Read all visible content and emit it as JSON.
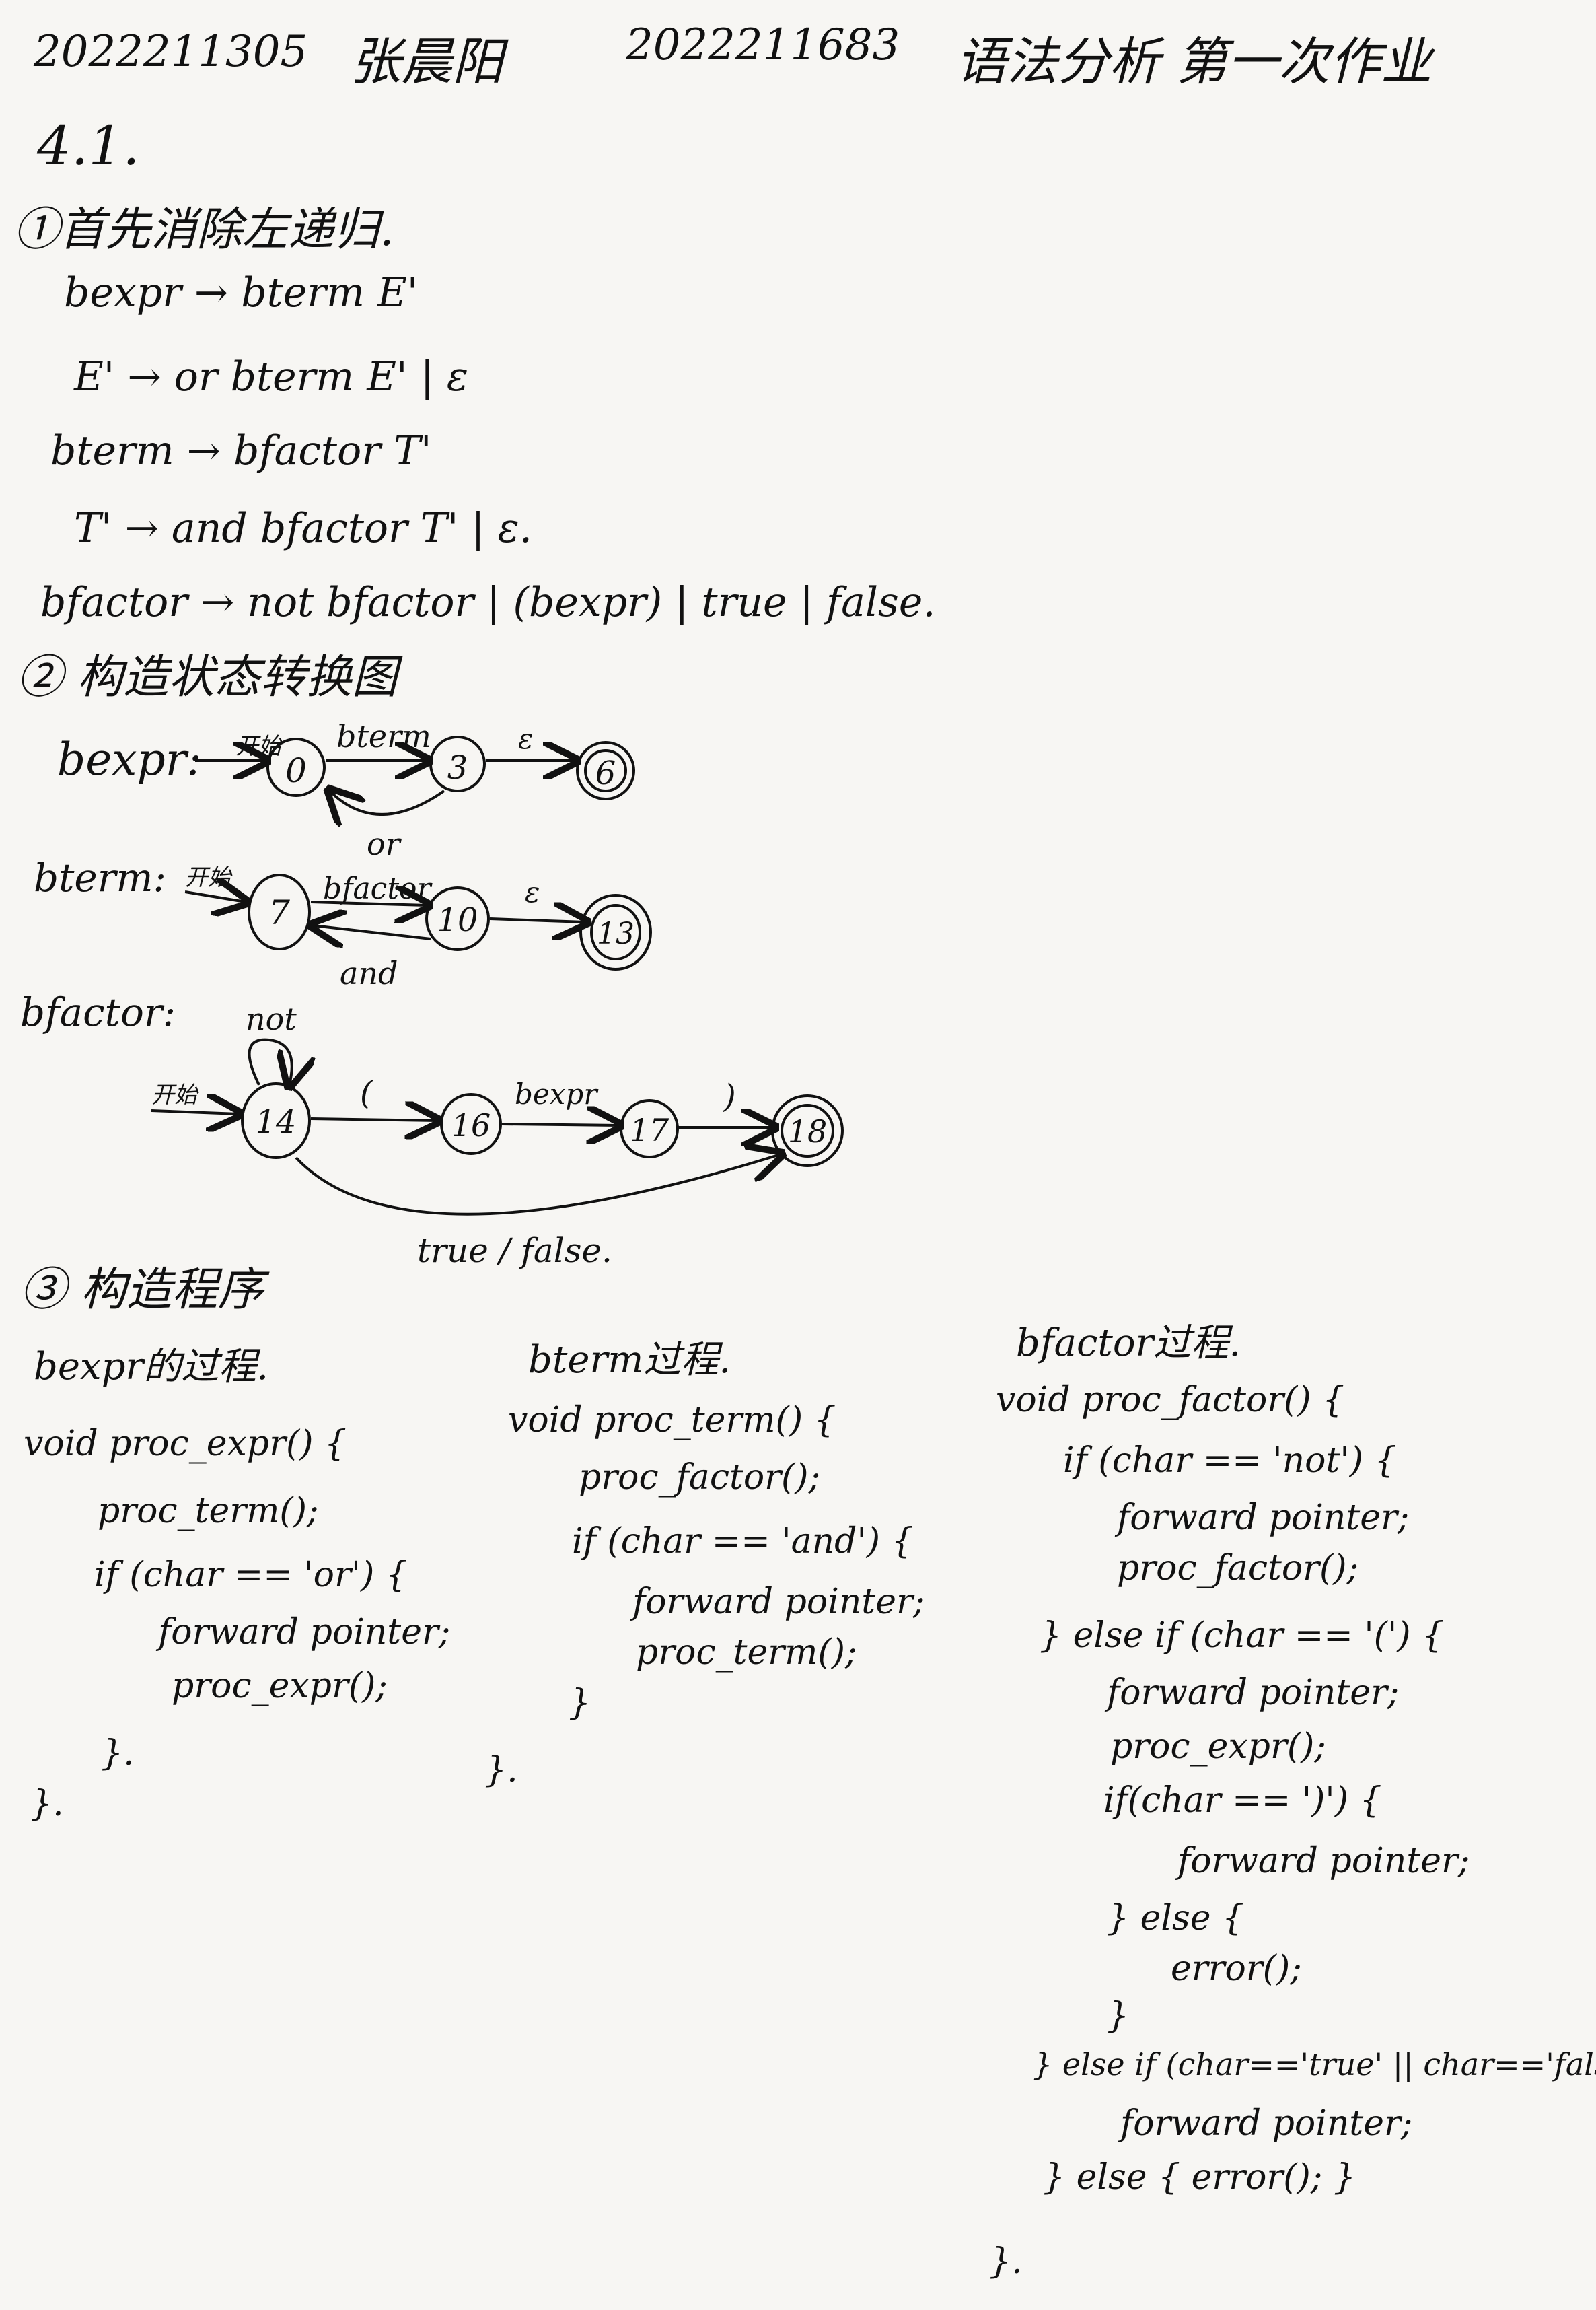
{
  "header": {
    "student_id_1": "2022211305",
    "name_1": "张晨阳",
    "student_id_2": "2022211683",
    "title": "语法分析 第一次作业"
  },
  "problem_number": "4.1.",
  "step1": {
    "heading": "①首先消除左递归.",
    "rules": [
      "bexpr → bterm E'",
      "E' → or bterm E' | ε",
      "bterm → bfactor T'",
      "T' → and bfactor T' | ε.",
      "bfactor → not bfactor | (bexpr) | true | false."
    ]
  },
  "step2": {
    "heading": "② 构造状态转换图",
    "start_label": "开始",
    "bexpr": {
      "name": "bexpr:",
      "states": [
        "0",
        "3",
        "6"
      ],
      "edge_bterm": "bterm",
      "edge_eps": "ε",
      "edge_or": "or"
    },
    "bterm": {
      "name": "bterm:",
      "states": [
        "7",
        "10",
        "13"
      ],
      "edge_bfactor": "bfactor",
      "edge_eps": "ε",
      "edge_and": "and"
    },
    "bfactor": {
      "name": "bfactor:",
      "states": [
        "14",
        "16",
        "17",
        "18"
      ],
      "edge_not": "not",
      "edge_lparen": "(",
      "edge_bexpr": "bexpr",
      "edge_rparen": ")",
      "edge_truefalse": "true / false."
    }
  },
  "step3": {
    "heading": "③ 构造程序",
    "bexpr_proc": {
      "title": "bexpr的过程.",
      "lines": [
        "void proc_expr() {",
        "proc_term();",
        "if (char == 'or') {",
        "forward pointer;",
        "proc_expr();",
        "}.",
        "}."
      ]
    },
    "bterm_proc": {
      "title": "bterm过程.",
      "lines": [
        "void proc_term() {",
        "proc_factor();",
        "if (char == 'and') {",
        "forward pointer;",
        "proc_term();",
        "}",
        "}."
      ]
    },
    "bfactor_proc": {
      "title": "bfactor过程.",
      "lines": [
        "void proc_factor() {",
        "if (char == 'not') {",
        "forward pointer;",
        "proc_factor();",
        "} else if (char == '(') {",
        "forward pointer;",
        "proc_expr();",
        "if(char == ')') {",
        "forward pointer;",
        "} else {",
        "error();",
        "}",
        "} else if (char=='true' || char=='false')",
        "forward pointer;",
        "} else { error(); }",
        "}."
      ]
    }
  }
}
